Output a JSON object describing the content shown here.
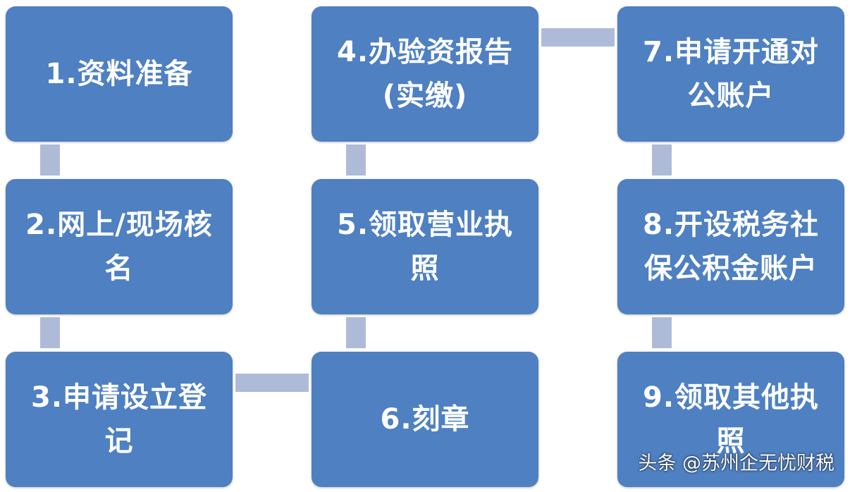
{
  "steps": [
    {
      "label": "1.资料准备"
    },
    {
      "label": "2.网上/现场核\n名"
    },
    {
      "label": "3.申请设立登\n记"
    },
    {
      "label": "4.办验资报告\n(实缴)"
    },
    {
      "label": "5.领取营业执\n照"
    },
    {
      "label": "6.刻章"
    },
    {
      "label": "7.申请开通对\n公账户"
    },
    {
      "label": "8.开设税务社\n保公积金账户"
    },
    {
      "label": "9.领取其他执\n照"
    }
  ],
  "watermark": "头条 @苏州企无忧财税",
  "colors": {
    "box": "#4e80c2",
    "connector": "#aebbd8",
    "text": "#ffffff"
  }
}
